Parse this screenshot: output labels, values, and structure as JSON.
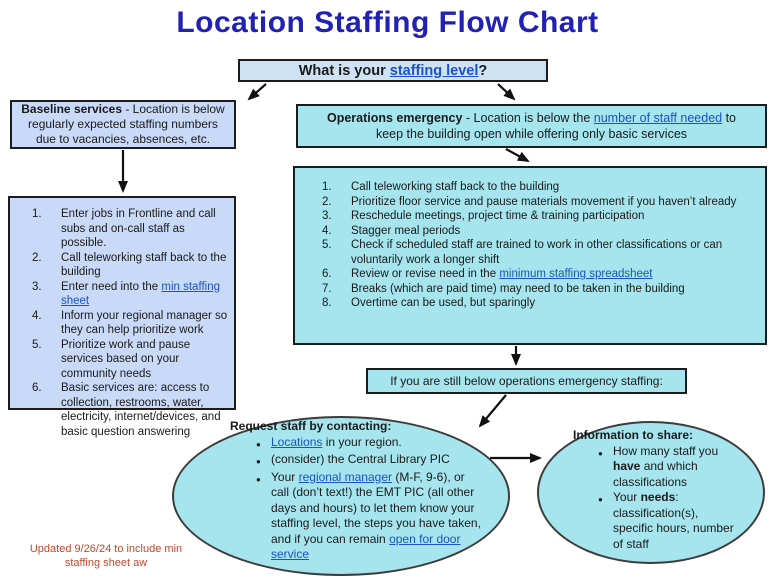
{
  "title": "Location Staffing Flow Chart",
  "question_box": {
    "segments": [
      {
        "text": "What is your ",
        "style": "plain"
      },
      {
        "text": "staffing level",
        "style": "link"
      },
      {
        "text": "?",
        "style": "plain"
      }
    ]
  },
  "baseline_box": {
    "segments": [
      {
        "text": "Baseline services",
        "style": "bold"
      },
      {
        "text": " - Location is below regularly expected staffing numbers due to vacancies, absences, etc.",
        "style": "plain"
      }
    ]
  },
  "operations_box": {
    "segments": [
      {
        "text": "Operations emergency",
        "style": "bold"
      },
      {
        "text": " - Location is below the ",
        "style": "plain"
      },
      {
        "text": "number of staff needed",
        "style": "link"
      },
      {
        "text": " to keep the building open while offering only basic services",
        "style": "plain"
      }
    ]
  },
  "baseline_steps": {
    "items": [
      {
        "number": "1.",
        "segments": [
          {
            "text": "Enter jobs in Frontline and call subs and on-call staff as possible.",
            "style": "plain"
          }
        ]
      },
      {
        "number": "2.",
        "segments": [
          {
            "text": "Call teleworking staff back to the building",
            "style": "plain"
          }
        ]
      },
      {
        "number": "3.",
        "segments": [
          {
            "text": "Enter need into the ",
            "style": "plain"
          },
          {
            "text": "min staffing sheet",
            "style": "link"
          }
        ]
      },
      {
        "number": "4.",
        "segments": [
          {
            "text": "Inform your regional manager so they can help prioritize work",
            "style": "plain"
          }
        ]
      },
      {
        "number": "5.",
        "segments": [
          {
            "text": "Prioritize work and pause services based on your community needs",
            "style": "plain"
          }
        ]
      },
      {
        "number": "6.",
        "segments": [
          {
            "text": "Basic services are: access to collection, restrooms, water, electricity, internet/devices, and basic question answering",
            "style": "plain"
          }
        ]
      }
    ]
  },
  "operations_steps": {
    "items": [
      {
        "number": "1.",
        "segments": [
          {
            "text": "Call teleworking staff back to the building",
            "style": "plain"
          }
        ]
      },
      {
        "number": "2.",
        "segments": [
          {
            "text": "Prioritize floor service and pause materials movement if you haven’t already",
            "style": "plain"
          }
        ]
      },
      {
        "number": "3.",
        "segments": [
          {
            "text": "Reschedule meetings, project time & training participation",
            "style": "plain"
          }
        ]
      },
      {
        "number": "4.",
        "segments": [
          {
            "text": "Stagger meal periods",
            "style": "plain"
          }
        ]
      },
      {
        "number": "5.",
        "segments": [
          {
            "text": "Check if scheduled staff are trained to work in other classifications or can voluntarily work a longer shift",
            "style": "plain"
          }
        ]
      },
      {
        "number": "6.",
        "segments": [
          {
            "text": "Review or revise need in the ",
            "style": "plain"
          },
          {
            "text": "minimum staffing spreadsheet",
            "style": "link"
          }
        ]
      },
      {
        "number": "7.",
        "segments": [
          {
            "text": "Breaks (which are paid time) may need to be taken in the building",
            "style": "plain"
          }
        ]
      },
      {
        "number": "8.",
        "segments": [
          {
            "text": "Overtime can be used, but sparingly",
            "style": "plain"
          }
        ]
      }
    ]
  },
  "still_below_box": {
    "text": "If you are still below operations emergency staffing:"
  },
  "request_ellipse": {
    "heading": "Request staff by contacting:",
    "bullets": [
      {
        "segments": [
          {
            "text": "Locations",
            "style": "link"
          },
          {
            "text": " in your region.",
            "style": "plain"
          }
        ]
      },
      {
        "segments": [
          {
            "text": "(consider) the Central Library PIC",
            "style": "plain"
          }
        ]
      },
      {
        "segments": [
          {
            "text": "Your ",
            "style": "plain"
          },
          {
            "text": "regional manager",
            "style": "link"
          },
          {
            "text": " (M-F, 9-6), or call (don’t text!) the EMT PIC (all other days and hours) to let them know your staffing level, the steps you have taken, and if you can remain ",
            "style": "plain"
          },
          {
            "text": "open for door service",
            "style": "link"
          }
        ]
      }
    ]
  },
  "share_ellipse": {
    "heading": "Information to share:",
    "bullets": [
      {
        "segments": [
          {
            "text": "How many staff you ",
            "style": "plain"
          },
          {
            "text": "have",
            "style": "bold"
          },
          {
            "text": " and which classifications",
            "style": "plain"
          }
        ]
      },
      {
        "segments": [
          {
            "text": "Your ",
            "style": "plain"
          },
          {
            "text": "needs",
            "style": "bold"
          },
          {
            "text": ": classification(s), specific hours, number of staff",
            "style": "plain"
          }
        ]
      }
    ]
  },
  "footnote": {
    "line1": "Updated 9/26/24 to include min",
    "line2": "staffing sheet  aw"
  },
  "colors": {
    "title_blue": "#2121b5",
    "question_box_fill": "#cfe2f3",
    "baseline_fill": "#c9daf8",
    "cyan_fill": "#a6e5ee",
    "link_blue": "#1a53c7",
    "footnote_red": "#c2482e",
    "border_dark": "#1c1c1c"
  }
}
